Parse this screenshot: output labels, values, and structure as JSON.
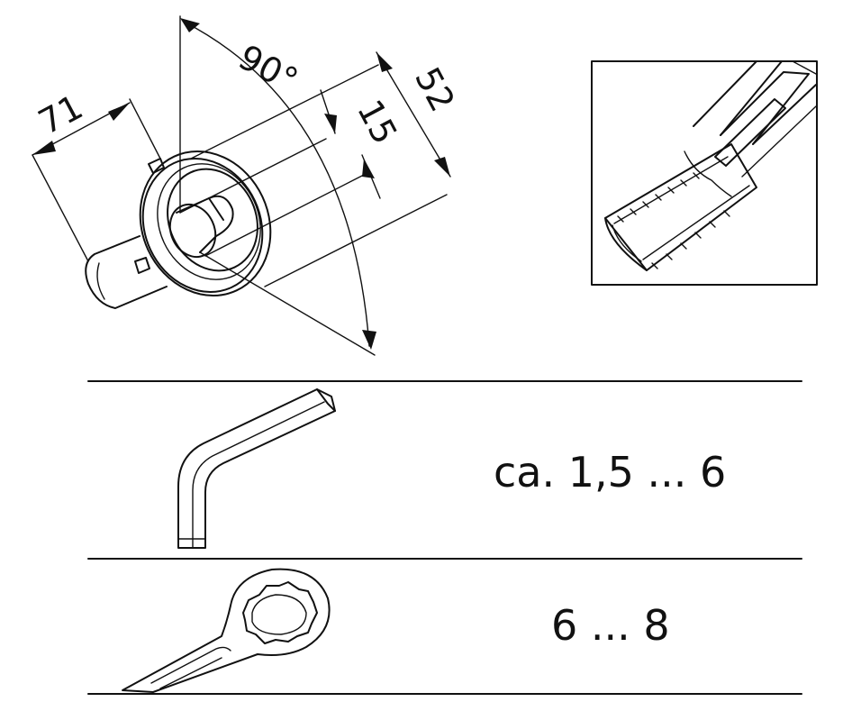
{
  "dimensions": {
    "angle": "90°",
    "length_71": "71",
    "diameter_15": "15",
    "diameter_52": "52"
  },
  "tools": [
    {
      "icon": "hex-key-icon",
      "range": "ca. 1,5 ... 6"
    },
    {
      "icon": "ring-spanner-icon",
      "range": "6 ... 8"
    }
  ],
  "colors": {
    "line": "#111111",
    "background": "#ffffff"
  }
}
